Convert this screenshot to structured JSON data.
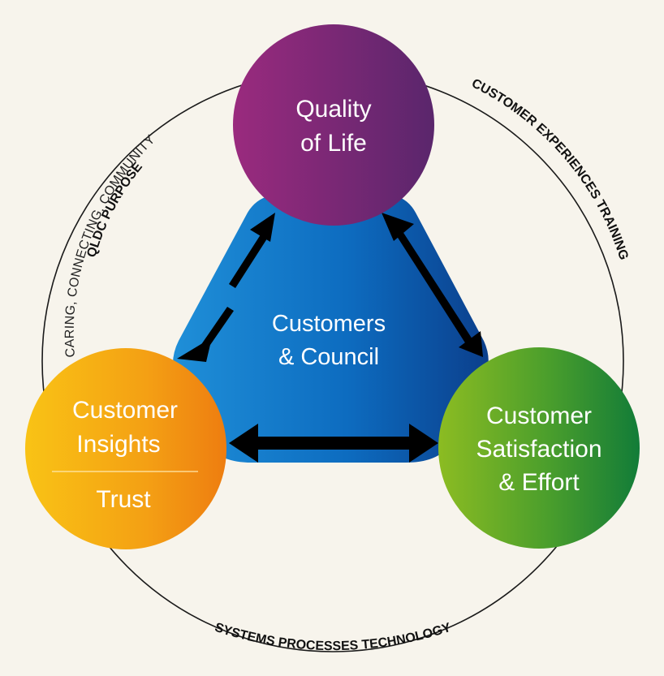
{
  "ring": {
    "left_bold": "QLDC PURPOSE",
    "left_thin": "CARING, CONNECTING, COMMUNITY",
    "right_bold": "CUSTOMER EXPERIENCES TRAINING",
    "bottom_bold": "SYSTEMS PROCESSES TECHNOLOGY"
  },
  "center": {
    "line1": "Customers",
    "line2": "& Council"
  },
  "top_circle": {
    "line1": "Quality",
    "line2": "of Life"
  },
  "left_circle": {
    "line1": "Customer",
    "line2": "Insights",
    "line3": "Trust"
  },
  "right_circle": {
    "line1": "Customer",
    "line2": "Satisfaction",
    "line3": "& Effort"
  },
  "colors": {
    "background": "#f7f4ec",
    "center_blue": "#0d5fb0",
    "top_purple": "#7a2474",
    "left_orange": "#f39a10",
    "right_green": "#3d9a2a",
    "arrow": "#000000"
  }
}
